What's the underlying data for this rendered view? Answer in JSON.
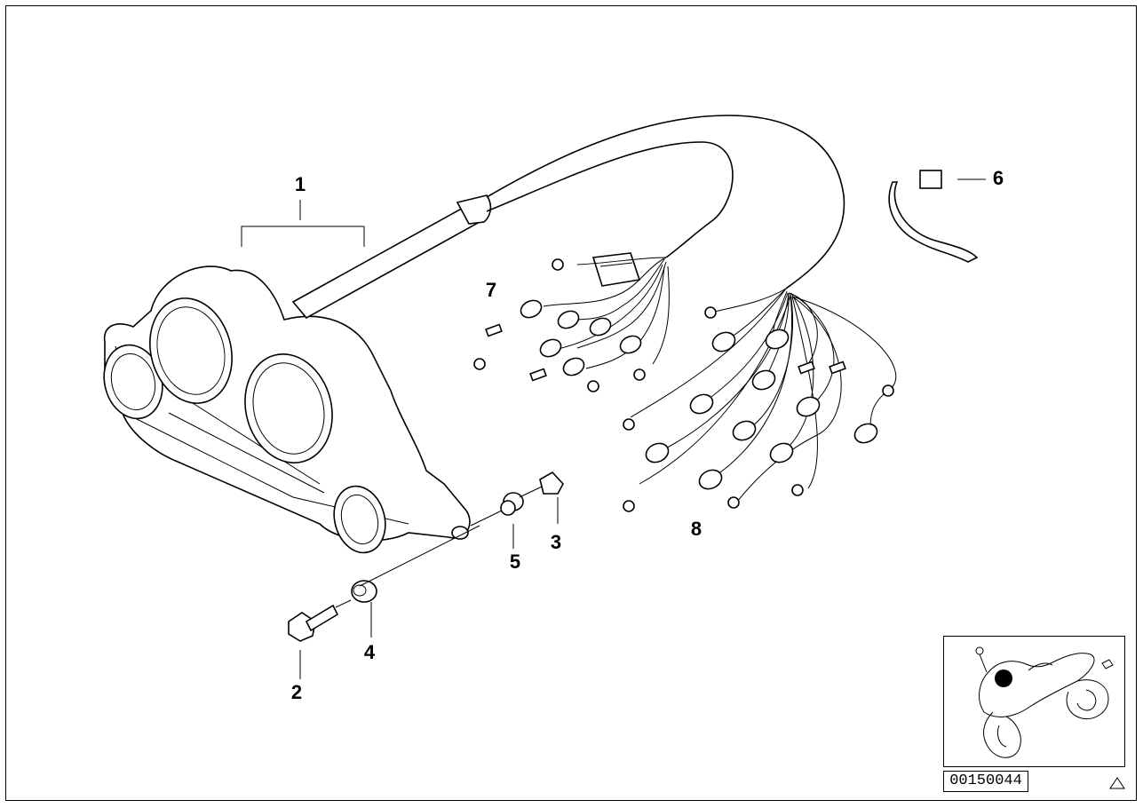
{
  "callouts": {
    "c1": "1",
    "c2": "2",
    "c3": "3",
    "c4": "4",
    "c5": "5",
    "c6": "6",
    "c7": "7",
    "c8": "8"
  },
  "reference_number": "00150044",
  "icons": {
    "instrument_cluster": "instrument-cluster-icon",
    "wiring_harness": "wiring-harness-icon",
    "motorcycle_locator": "motorcycle-location-icon",
    "warning_triangle": "triangle-icon"
  }
}
